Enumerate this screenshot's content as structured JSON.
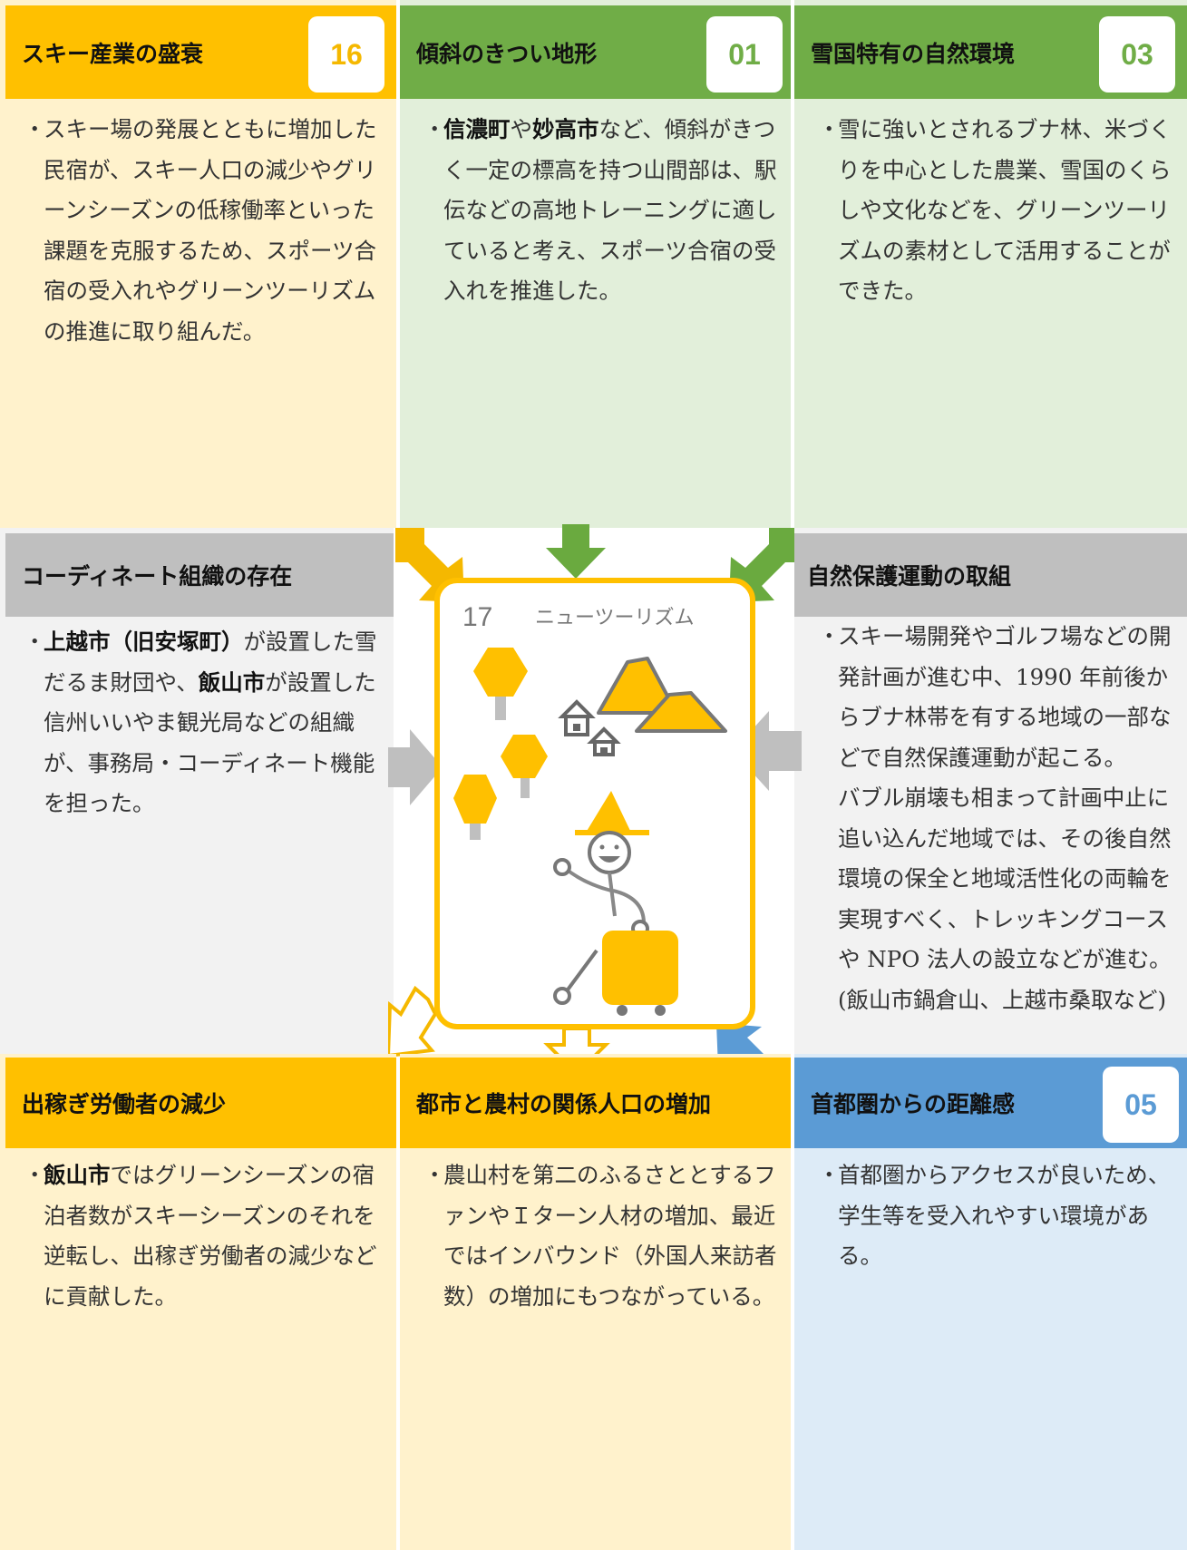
{
  "colors": {
    "yellow_header": "#ffc000",
    "yellow_body": "#fff2cc",
    "green_header": "#70ad47",
    "green_body": "#e2efda",
    "gray_header": "#bfbfbf",
    "gray_body": "#f2f2f2",
    "blue_header": "#5b9bd5",
    "blue_body": "#ddebf7"
  },
  "panels": {
    "ski": {
      "title": "スキー産業の盛衰",
      "badge": "16",
      "paragraphs": [
        {
          "bullet": true,
          "parts": [
            {
              "t": "スキー場の発展とともに増加した民宿が、スキー人口の減少やグリーンシーズンの低稼働率といった課題を克服するため、スポーツ合宿の受入れやグリーンツーリズムの推進に取り組んだ。"
            }
          ]
        }
      ]
    },
    "slope": {
      "title": "傾斜のきつい地形",
      "badge": "01",
      "paragraphs": [
        {
          "bullet": true,
          "parts": [
            {
              "t": "信濃町",
              "b": true
            },
            {
              "t": "や"
            },
            {
              "t": "妙高市",
              "b": true
            },
            {
              "t": "など、傾斜がきつく一定の標高を持つ山間部は、駅伝などの高地トレーニングに適していると考え、スポーツ合宿の受入れを推進した。"
            }
          ]
        }
      ]
    },
    "snow": {
      "title": "雪国特有の自然環境",
      "badge": "03",
      "paragraphs": [
        {
          "bullet": true,
          "parts": [
            {
              "t": "雪に強いとされるブナ林、米づくりを中心とした農業、雪国のくらしや文化などを、グリーンツーリズムの素材として活用することができた。"
            }
          ]
        }
      ]
    },
    "coord": {
      "title": "コーディネート組織の存在",
      "paragraphs": [
        {
          "bullet": true,
          "parts": [
            {
              "t": "上越市（旧安塚町）",
              "b": true
            },
            {
              "t": "が設置した雪だるま財団や、"
            },
            {
              "t": "飯山市",
              "b": true
            },
            {
              "t": "が設置した信州いいやま観光局などの組織が、事務局・コーディネート機能を担った。"
            }
          ]
        }
      ]
    },
    "nature": {
      "title": "自然保護運動の取組",
      "paragraphs": [
        {
          "bullet": true,
          "parts": [
            {
              "t": "スキー場開発やゴルフ場などの開発計画が進む中、1990 年前後からブナ林帯を有する地域の一部などで自然保護運動が起こる。"
            }
          ]
        },
        {
          "bullet": false,
          "parts": [
            {
              "t": "バブル崩壊も相まって計画中止に追い込んだ地域では、その後自然環境の保全と地域活性化の両輪を実現すべく、トレッキングコースや NPO 法人の設立などが進む。(飯山市鍋倉山、上越市桑取など)"
            }
          ]
        }
      ]
    },
    "workers": {
      "title": "出稼ぎ労働者の減少",
      "paragraphs": [
        {
          "bullet": true,
          "parts": [
            {
              "t": "飯山市",
              "b": true
            },
            {
              "t": "ではグリーンシーズンの宿泊者数がスキーシーズンのそれを逆転し、出稼ぎ労働者の減少などに貢献した。"
            }
          ]
        }
      ]
    },
    "relation": {
      "title": "都市と農村の関係人口の増加",
      "paragraphs": [
        {
          "bullet": true,
          "parts": [
            {
              "t": "農山村を第二のふるさととするファンやＩターン人材の増加、最近ではインバウンド（外国人来訪者数）の増加にもつながっている。"
            }
          ]
        }
      ]
    },
    "distance": {
      "title": "首都圏からの距離感",
      "badge": "05",
      "paragraphs": [
        {
          "bullet": true,
          "parts": [
            {
              "t": "首都圏からアクセスが良いため、学生等を受入れやすい環境がある。"
            }
          ]
        }
      ]
    }
  },
  "center_card": {
    "number": "17",
    "title": "ニューツーリズム",
    "icon_names": [
      "tree-icon",
      "mountain-icon",
      "house-icon",
      "hiker-icon",
      "suitcase-icon"
    ]
  }
}
